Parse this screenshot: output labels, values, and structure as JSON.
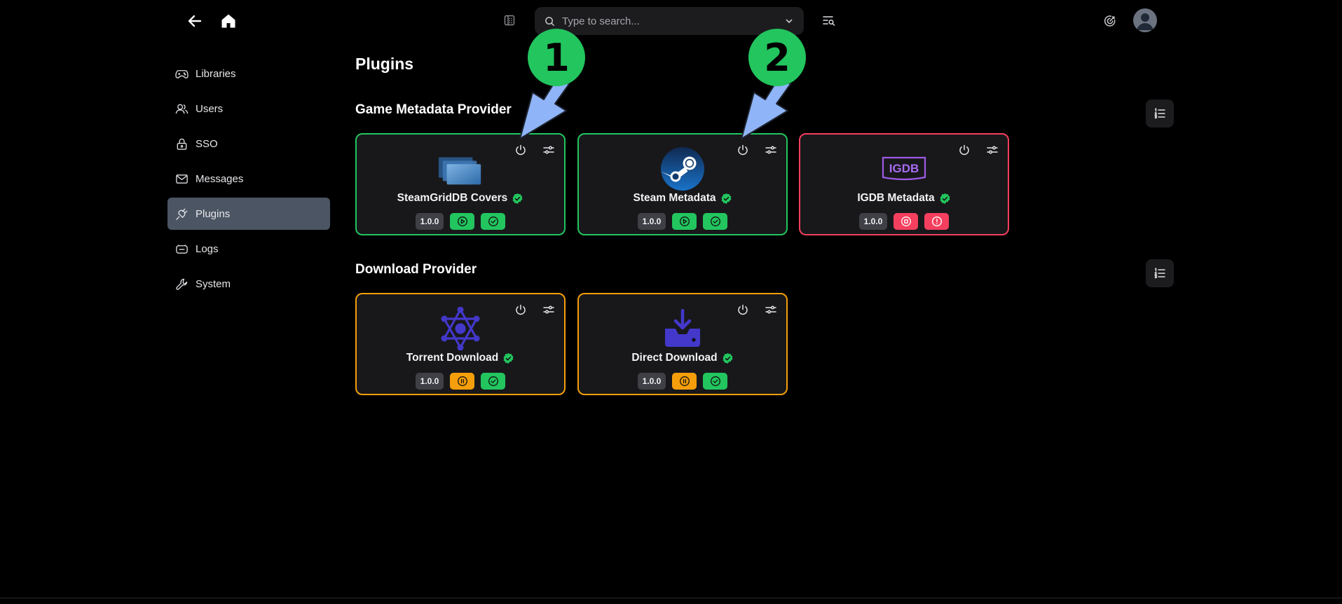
{
  "header": {
    "search_placeholder": "Type to search..."
  },
  "sidebar": {
    "items": [
      {
        "label": "Libraries"
      },
      {
        "label": "Users"
      },
      {
        "label": "SSO"
      },
      {
        "label": "Messages"
      },
      {
        "label": "Plugins",
        "active": true
      },
      {
        "label": "Logs"
      },
      {
        "label": "System"
      }
    ]
  },
  "main": {
    "title": "Plugins",
    "sections": [
      {
        "title": "Game Metadata Provider",
        "plugins": [
          {
            "name": "SteamGridDB Covers",
            "version": "1.0.0",
            "status": "running",
            "health": "ok",
            "logo": "steamgriddb-logo"
          },
          {
            "name": "Steam Metadata",
            "version": "1.0.0",
            "status": "running",
            "health": "ok",
            "logo": "steam-logo"
          },
          {
            "name": "IGDB Metadata",
            "version": "1.0.0",
            "status": "stopped",
            "health": "error",
            "logo": "igdb-logo",
            "logo_text": "IGDB"
          }
        ]
      },
      {
        "title": "Download Provider",
        "plugins": [
          {
            "name": "Torrent Download",
            "version": "1.0.0",
            "status": "paused",
            "health": "ok",
            "logo": "torrent-logo"
          },
          {
            "name": "Direct Download",
            "version": "1.0.0",
            "status": "paused",
            "health": "ok",
            "logo": "download-logo"
          }
        ]
      }
    ]
  },
  "annotations": {
    "marker_1": "1",
    "marker_2": "2"
  },
  "colors": {
    "running": "#22c55e",
    "error": "#f43f5e",
    "paused": "#f59e0b",
    "active_sidebar": "#4b5563",
    "annotation_arrow": "#8fb4f7"
  }
}
